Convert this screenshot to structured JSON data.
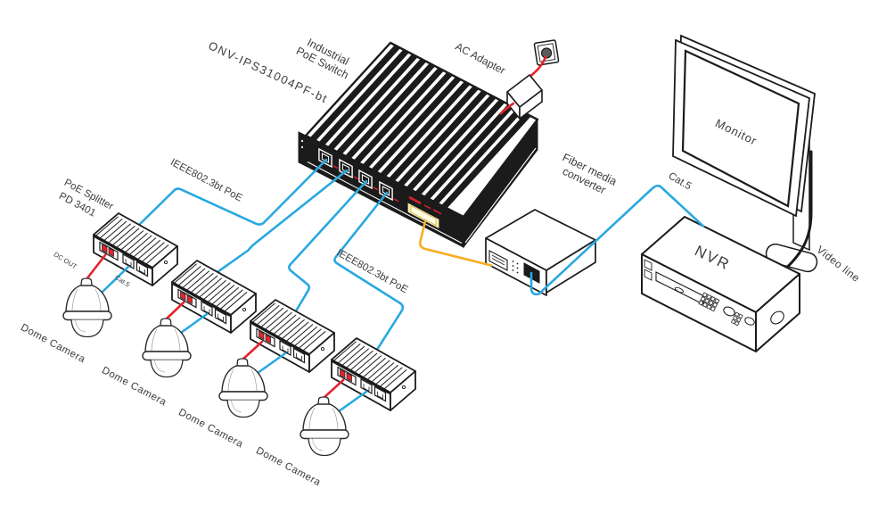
{
  "diagram": {
    "model": "ONV-IPS31004PF-bt",
    "switch_label": {
      "line1": "Industrial",
      "line2": "PoE Switch"
    },
    "ac_adapter_label": "AC Adapter",
    "poe_labels": [
      "IEEE802.3bt PoE",
      "IEEE802.3bt PoE"
    ],
    "splitter_label": {
      "line1": "PoE Splitter",
      "line2": "PD 3401"
    },
    "dc_out_label": "DC OUT",
    "cat5_camera_label": "Cat.5",
    "dome_camera_labels": [
      "Dome Camera",
      "Dome Camera",
      "Dome Camera",
      "Dome Camera"
    ],
    "fiber_label": {
      "line1": "Fiber media",
      "line2": "converter"
    },
    "cat5_uplink_label": "Cat.5",
    "monitor_label": "Monitor",
    "nvr_label": "NVR",
    "video_line_label": "Video line"
  },
  "colors": {
    "poe_cable": "#29A8E0",
    "dc_cable": "#E6232B",
    "fiber_cable": "#F5AF20",
    "video_cable": "#1A1A1A",
    "chassis_black": "#1B1B1B",
    "label_text": "#3D3D3D"
  }
}
